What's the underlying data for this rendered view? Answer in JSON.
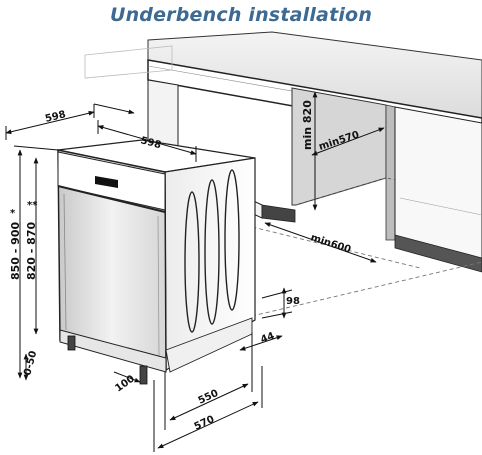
{
  "title": "Underbench installation",
  "dimensions": {
    "top_depth": "598",
    "top_width": "598",
    "height_range_a": "850 - 900",
    "height_range_a_mark": "*",
    "height_range_b": "820 - 870",
    "height_range_b_mark": "**",
    "feet": "0-50",
    "toe_recess": "100",
    "min_height": "min 820",
    "min_depth": "min570",
    "min_width": "min600",
    "plinth_height": "98",
    "plinth_depth": "44",
    "depth_550": "550",
    "depth_570": "570"
  }
}
